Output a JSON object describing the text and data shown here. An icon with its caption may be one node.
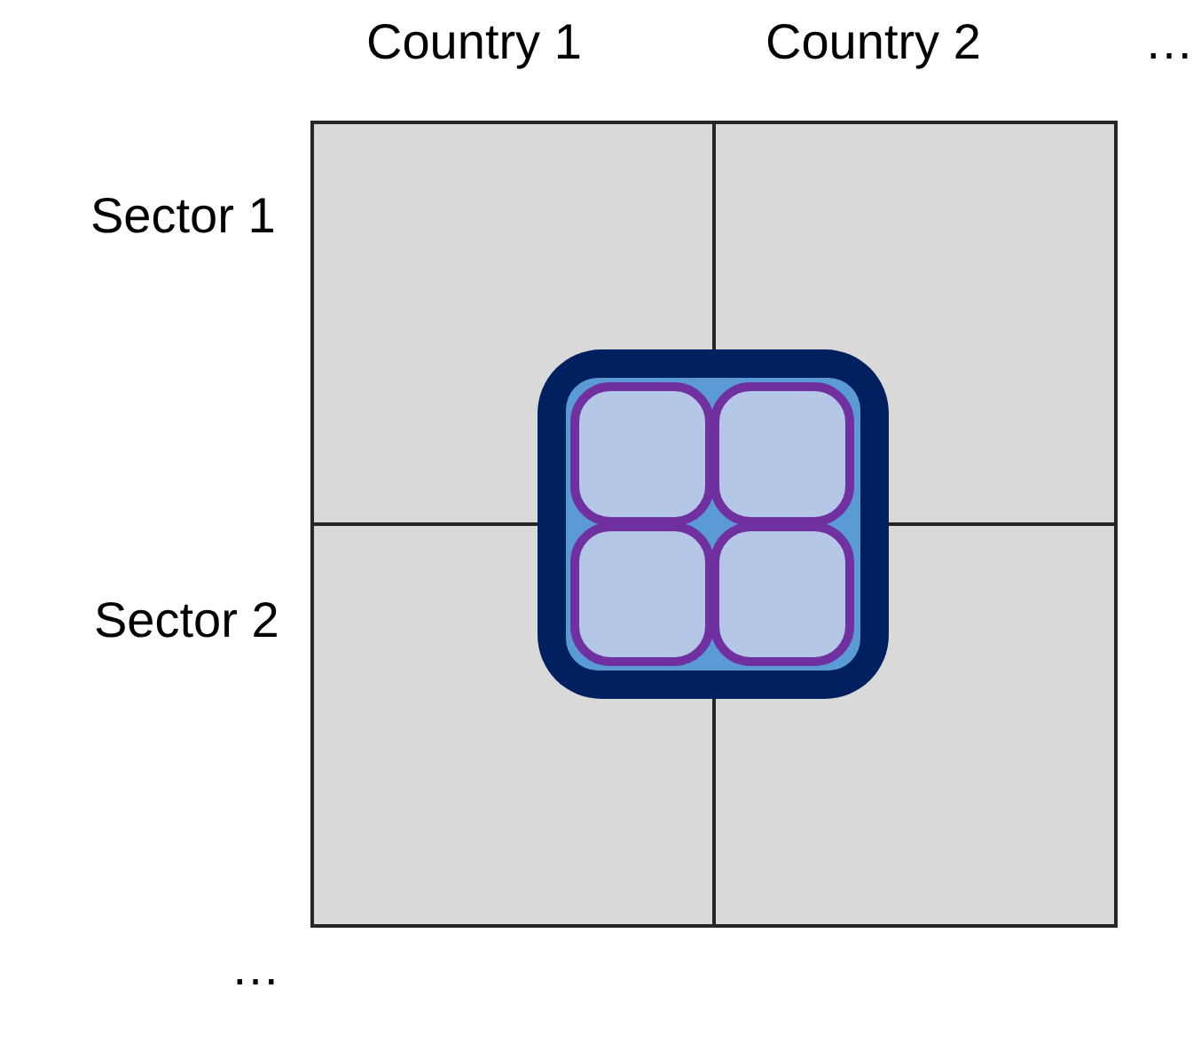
{
  "diagram": {
    "labels": [
      "Country 1",
      "Country 2",
      "…",
      "Sector 1",
      "Sector 2",
      "…"
    ]
  }
}
